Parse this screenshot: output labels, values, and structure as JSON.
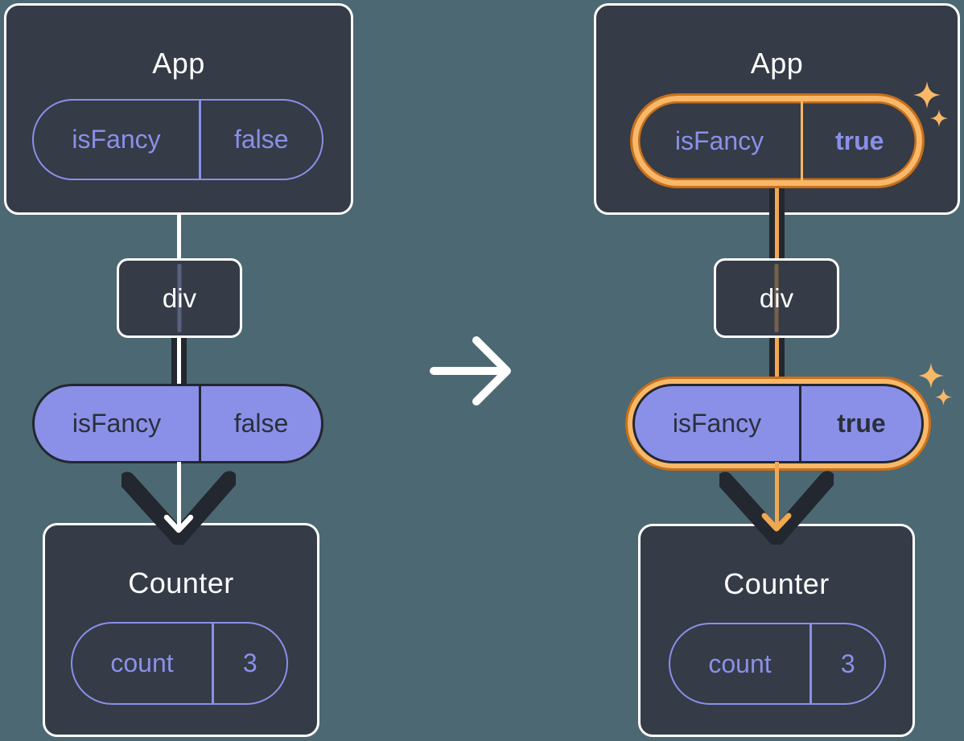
{
  "colors": {
    "background": "#4c6872",
    "card": "#353b47",
    "card_border": "#ffffff",
    "purple": "#8a90e8",
    "pill_text_dark": "#2b2f3a",
    "dark_line": "#23272f",
    "orange_light": "#f8b868",
    "orange_line": "#f2a850",
    "orange_dark": "#c9701a",
    "white_line": "#ffffff"
  },
  "icons": {
    "transition_arrow": "right-arrow",
    "flow_arrowhead": "chevron-down",
    "sparkle": "four-point-star"
  },
  "left_diagram": {
    "app_title": "App",
    "app_state_name": "isFancy",
    "app_state_value": "false",
    "div_label": "div",
    "prop_name": "isFancy",
    "prop_value": "false",
    "counter_title": "Counter",
    "counter_state_name": "count",
    "counter_state_value": "3"
  },
  "right_diagram": {
    "app_title": "App",
    "app_state_name": "isFancy",
    "app_state_value": "true",
    "div_label": "div",
    "prop_name": "isFancy",
    "prop_value": "true",
    "counter_title": "Counter",
    "counter_state_name": "count",
    "counter_state_value": "3"
  }
}
